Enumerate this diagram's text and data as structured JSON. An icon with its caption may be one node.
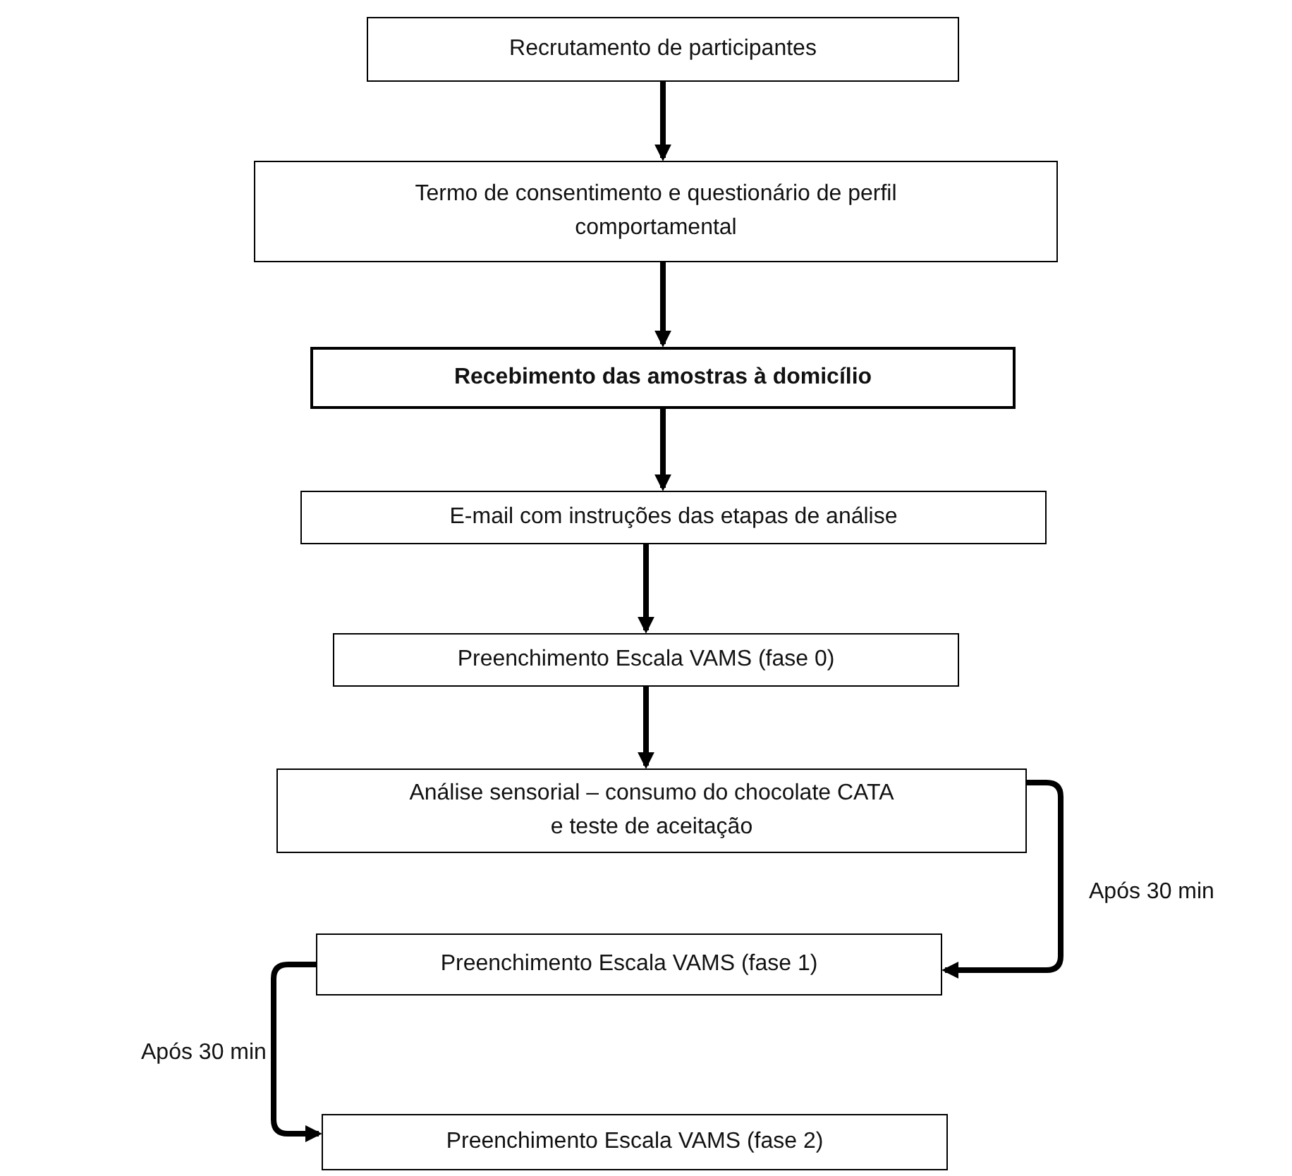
{
  "diagram": {
    "nodes": [
      {
        "text": [
          "Recrutamento de participantes"
        ]
      },
      {
        "text": [
          "Termo de consentimento e questionário de perfil comportamental"
        ]
      },
      {
        "text": [
          "Recebimento das amostras à domicílio"
        ]
      },
      {
        "text": [
          "E-mail com instruções das etapas de análise"
        ]
      },
      {
        "text": [
          "Preenchimento Escala VAMS (fase 0)"
        ]
      },
      {
        "text": [
          "Análise sensorial – consumo do chocolate CATA e teste de aceitação"
        ]
      },
      {
        "text": [
          "Preenchimento Escala VAMS (fase 1)"
        ]
      },
      {
        "text": [
          "Preenchimento Escala VAMS (fase 2)"
        ]
      }
    ],
    "edges": [
      {
        "from": 0,
        "to": 1,
        "arrow": "to"
      },
      {
        "from": 1,
        "to": 2,
        "arrow": "to"
      },
      {
        "from": 2,
        "to": 3,
        "arrow": "to"
      },
      {
        "from": 3,
        "to": 4,
        "arrow": "to"
      },
      {
        "from": 4,
        "to": 5,
        "arrow": "to"
      },
      {
        "from": 5,
        "to": 6,
        "arrow": "to",
        "label": "Após 30 min"
      },
      {
        "from": 6,
        "to": 7,
        "arrow": "to",
        "label": "Após 30 min"
      }
    ]
  }
}
